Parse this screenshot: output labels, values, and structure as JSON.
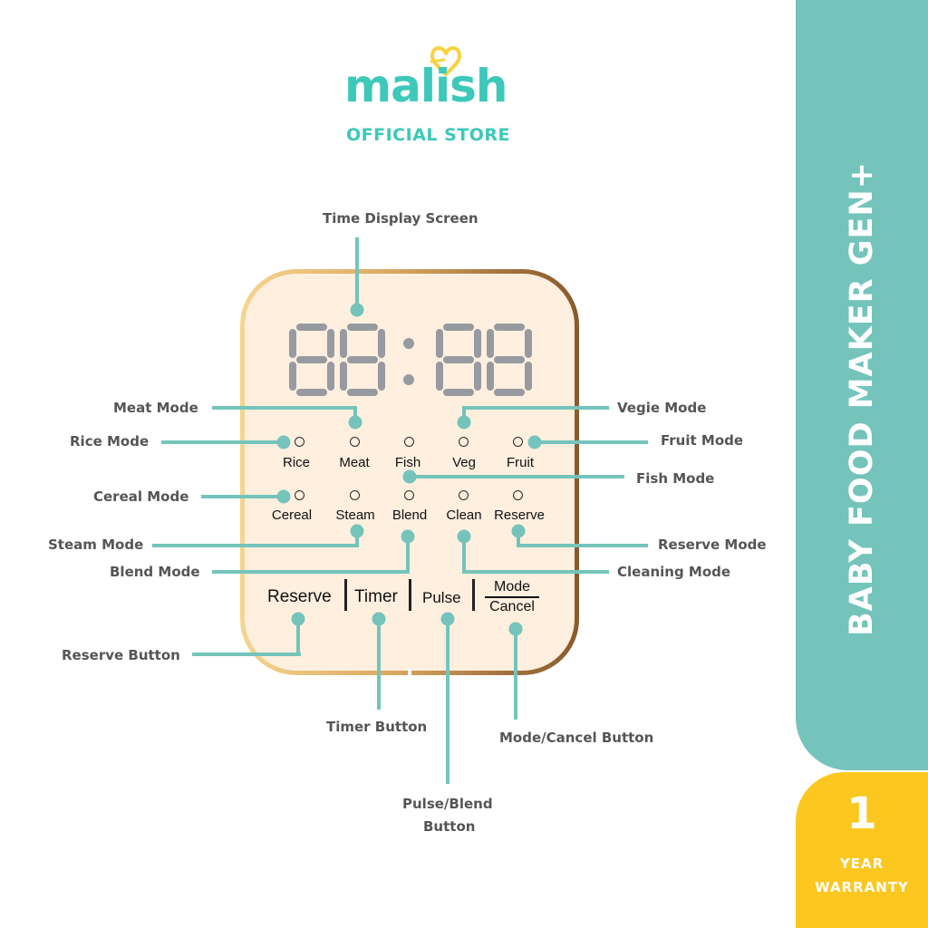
{
  "brand": {
    "name": "malish",
    "subtitle": "OFFICIAL STORE",
    "color": "#3dc8b9",
    "heart_color": "#f9d23c"
  },
  "banner": {
    "title": "BABY FOOD MAKER GEN+",
    "color": "#74c4bb"
  },
  "warranty": {
    "number": "1",
    "line1": "YEAR",
    "line2": "WARRANTY",
    "color": "#fcc81f"
  },
  "display": {
    "time": "88:88"
  },
  "panel": {
    "modes_row1": [
      "Rice",
      "Meat",
      "Fish",
      "Veg",
      "Fruit"
    ],
    "modes_row2": [
      "Cereal",
      "Steam",
      "Blend",
      "Clean",
      "Reserve"
    ],
    "buttons": {
      "reserve": "Reserve",
      "timer": "Timer",
      "pulse": "Pulse",
      "mode": "Mode",
      "cancel": "Cancel"
    }
  },
  "callouts": {
    "time_display": "Time Display Screen",
    "meat": "Meat Mode",
    "rice": "Rice Mode",
    "cereal": "Cereal Mode",
    "steam": "Steam Mode",
    "blend": "Blend Mode",
    "vegie": "Vegie Mode",
    "fruit": "Fruit Mode",
    "fish": "Fish Mode",
    "reserve_mode": "Reserve Mode",
    "cleaning": "Cleaning Mode",
    "reserve_button": "Reserve Button",
    "timer_button": "Timer Button",
    "pulse_button_l1": "Pulse/Blend",
    "pulse_button_l2": "Button",
    "mode_cancel_button": "Mode/Cancel Button"
  },
  "colors": {
    "callout_line": "#74c4bb",
    "panel_bg": "#feefdf",
    "segment": "#979aa0"
  }
}
